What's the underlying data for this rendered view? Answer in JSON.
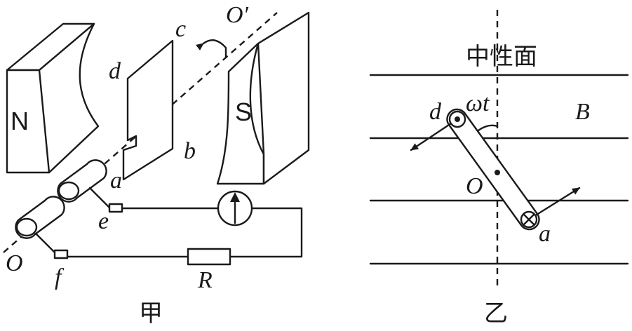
{
  "figure_jia": {
    "caption": "甲",
    "magnet_north": "N",
    "magnet_south": "S",
    "axis_end_top": "O′",
    "axis_end_bottom": "O",
    "corner_a": "a",
    "corner_b": "b",
    "corner_c": "c",
    "corner_d": "d",
    "brush_e": "e",
    "brush_f": "f",
    "resistor": "R"
  },
  "figure_yi": {
    "caption": "乙",
    "neutral_plane": "中性面",
    "field": "B",
    "angle": "ωt",
    "center": "O",
    "end_d": "d",
    "end_a": "a"
  }
}
